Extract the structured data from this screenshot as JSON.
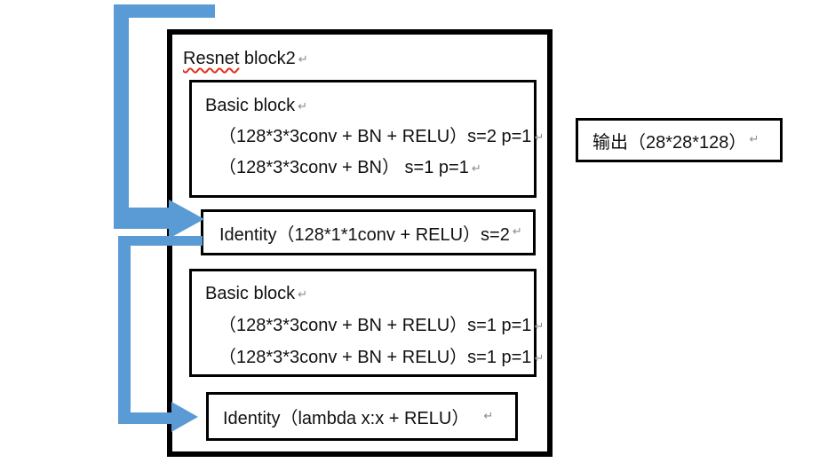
{
  "title": {
    "misspelled_word": "Resnet",
    "rest": " block2"
  },
  "blocks": {
    "basic1": {
      "heading": "Basic block",
      "line1": "（128*3*3conv + BN + RELU）s=2 p=1",
      "line2": "（128*3*3conv + BN） s=1 p=1"
    },
    "identity1": {
      "label": "Identity（128*1*1conv + RELU）s=2"
    },
    "basic2": {
      "heading": "Basic block",
      "line1": "（128*3*3conv + BN + RELU）s=1 p=1",
      "line2": "（128*3*3conv + BN + RELU）s=1 p=1"
    },
    "identity2": {
      "label": "Identity（lambda x:x + RELU）"
    },
    "output": {
      "label": "输出（28*28*128）"
    }
  },
  "symbols": {
    "paragraph_mark": "↵"
  },
  "colors": {
    "arrow_blue": "#5b9bd5",
    "box_border": "#000000",
    "text": "#111111",
    "paragraph_mark_gray": "#8a8a8a",
    "spellcheck_red": "#e0321e"
  }
}
